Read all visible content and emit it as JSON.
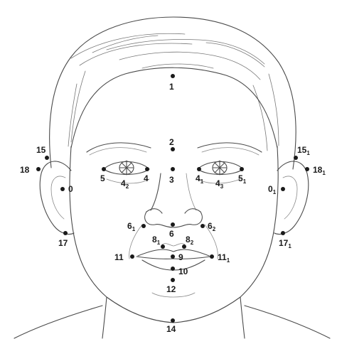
{
  "points": [
    {
      "id": "p1",
      "label": "1",
      "sub": ""
    },
    {
      "id": "p2",
      "label": "2",
      "sub": ""
    },
    {
      "id": "p3",
      "label": "3",
      "sub": ""
    },
    {
      "id": "p4",
      "label": "4",
      "sub": ""
    },
    {
      "id": "p4_1",
      "label": "4",
      "sub": "1"
    },
    {
      "id": "p4_2",
      "label": "4",
      "sub": "2"
    },
    {
      "id": "p4_3",
      "label": "4",
      "sub": "3"
    },
    {
      "id": "p5",
      "label": "5",
      "sub": ""
    },
    {
      "id": "p5_1",
      "label": "5",
      "sub": "1"
    },
    {
      "id": "p0",
      "label": "0",
      "sub": ""
    },
    {
      "id": "p0_1",
      "label": "0",
      "sub": "1"
    },
    {
      "id": "p15",
      "label": "15",
      "sub": ""
    },
    {
      "id": "p15_1",
      "label": "15",
      "sub": "1"
    },
    {
      "id": "p18",
      "label": "18",
      "sub": ""
    },
    {
      "id": "p18_1",
      "label": "18",
      "sub": "1"
    },
    {
      "id": "p6",
      "label": "6",
      "sub": ""
    },
    {
      "id": "p6_1",
      "label": "6",
      "sub": "1"
    },
    {
      "id": "p6_2",
      "label": "6",
      "sub": "2"
    },
    {
      "id": "p17",
      "label": "17",
      "sub": ""
    },
    {
      "id": "p17_1",
      "label": "17",
      "sub": "1"
    },
    {
      "id": "p8_1",
      "label": "8",
      "sub": "1"
    },
    {
      "id": "p8_2",
      "label": "8",
      "sub": "2"
    },
    {
      "id": "p9",
      "label": "9",
      "sub": ""
    },
    {
      "id": "p11",
      "label": "11",
      "sub": ""
    },
    {
      "id": "p11_1",
      "label": "11",
      "sub": "1"
    },
    {
      "id": "p10",
      "label": "10",
      "sub": ""
    },
    {
      "id": "p12",
      "label": "12",
      "sub": ""
    },
    {
      "id": "p14",
      "label": "14",
      "sub": ""
    }
  ]
}
